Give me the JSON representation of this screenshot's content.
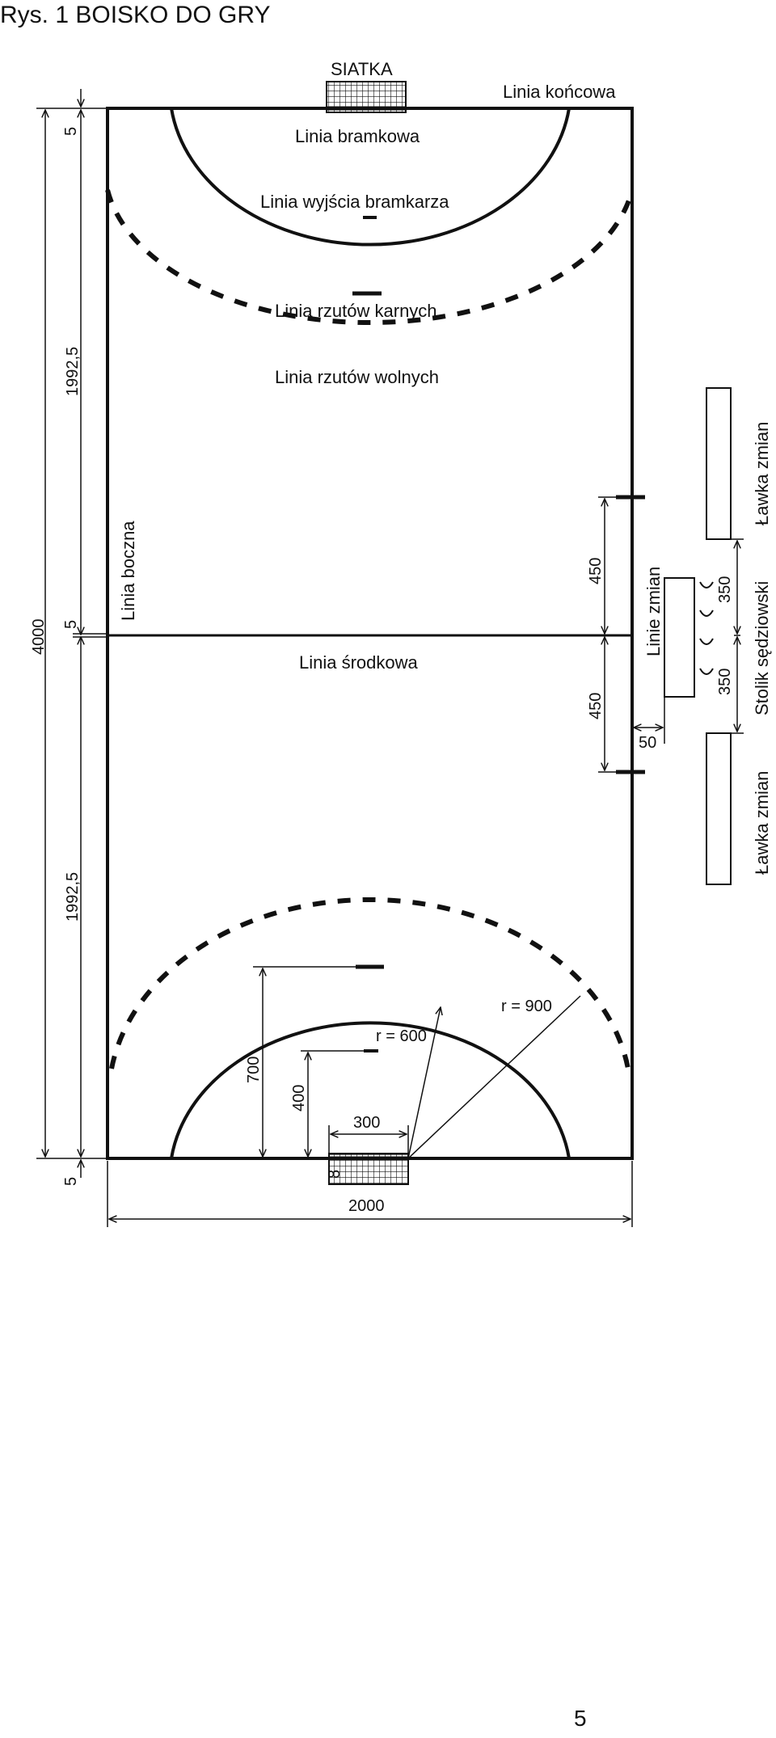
{
  "figure": {
    "title": "Rys. 1 BOISKO DO GRY"
  },
  "labels": {
    "net": "SIATKA",
    "end_line": "Linia końcowa",
    "goal_line": "Linia bramkowa",
    "goalkeeper_exit_line": "Linia wyjścia bramkarza",
    "penalty_line": "Linia rzutów karnych",
    "free_throw_line": "Linia rzutów wolnych",
    "side_line": "Linia boczna",
    "center_line": "Linia środkowa",
    "substitution_lines": "Linie zmian",
    "substitution_bench_top": "Ławka zmian",
    "substitution_bench_bottom": "Ławka zmian",
    "referee_table": "Stolik sędziowski"
  },
  "dimensions": {
    "total_length": "4000",
    "half_length_top": "1992,5",
    "half_length_bottom": "1992,5",
    "line_top": "5",
    "line_mid": "5",
    "line_bottom": "5",
    "width": "2000",
    "sub_zone_top": "450",
    "sub_zone_bottom": "450",
    "table_top": "350",
    "table_bottom": "350",
    "sub_offset": "50",
    "goal_width": "300",
    "penalty_distance": "700",
    "goalkeeper_distance": "400",
    "goal_area_radius": "r = 600",
    "free_throw_radius": "r = 900",
    "goal_depth": "8"
  },
  "page": {
    "number": "5"
  }
}
